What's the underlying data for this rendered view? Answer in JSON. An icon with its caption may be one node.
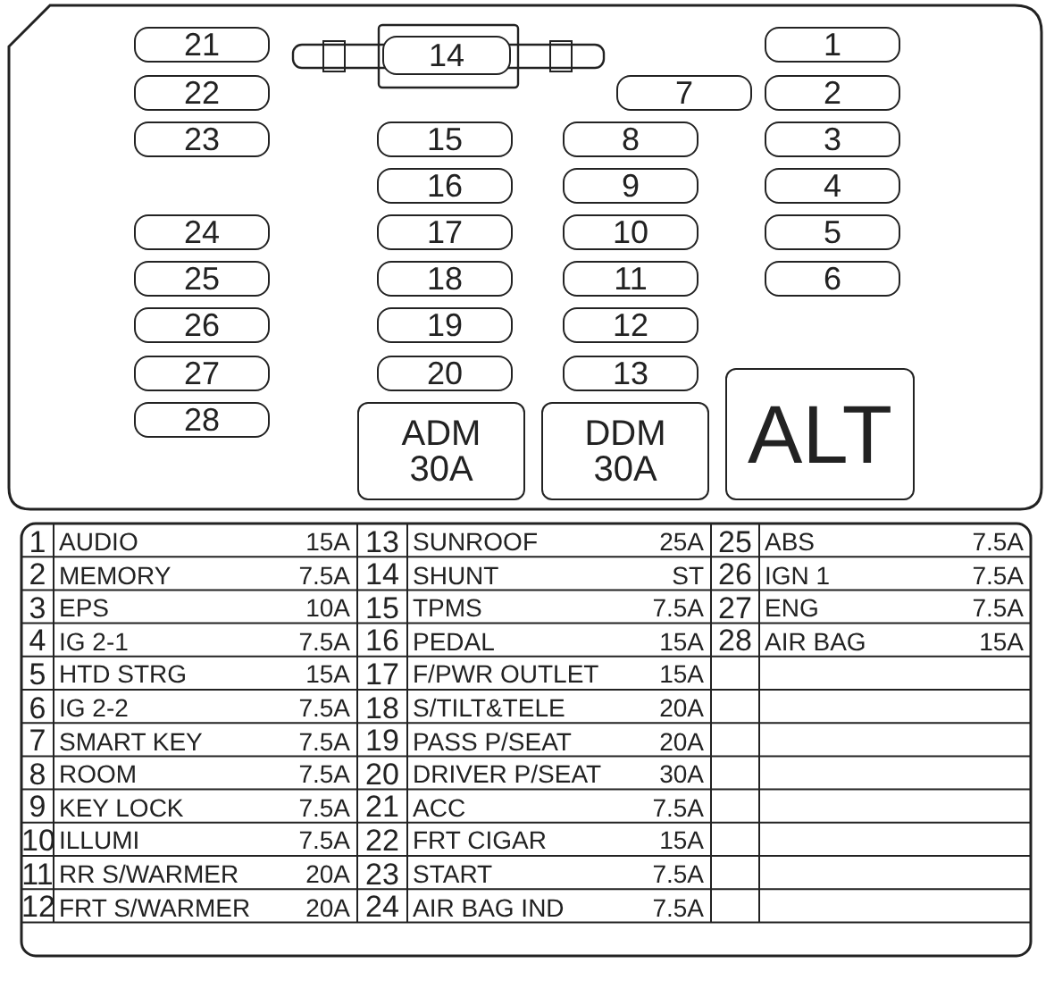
{
  "diagram": {
    "nodes": [
      {
        "text": [
          "21"
        ]
      },
      {
        "text": [
          "14"
        ]
      },
      {
        "text": [
          "1"
        ]
      },
      {
        "text": [
          "22"
        ]
      },
      {
        "text": [
          "7"
        ]
      },
      {
        "text": [
          "2"
        ]
      },
      {
        "text": [
          "23"
        ]
      },
      {
        "text": [
          "15"
        ]
      },
      {
        "text": [
          "8"
        ]
      },
      {
        "text": [
          "3"
        ]
      },
      {
        "text": [
          "16"
        ]
      },
      {
        "text": [
          "9"
        ]
      },
      {
        "text": [
          "4"
        ]
      },
      {
        "text": [
          "24"
        ]
      },
      {
        "text": [
          "17"
        ]
      },
      {
        "text": [
          "10"
        ]
      },
      {
        "text": [
          "5"
        ]
      },
      {
        "text": [
          "25"
        ]
      },
      {
        "text": [
          "18"
        ]
      },
      {
        "text": [
          "11"
        ]
      },
      {
        "text": [
          "6"
        ]
      },
      {
        "text": [
          "26"
        ]
      },
      {
        "text": [
          "19"
        ]
      },
      {
        "text": [
          "12"
        ]
      },
      {
        "text": [
          "27"
        ]
      },
      {
        "text": [
          "20"
        ]
      },
      {
        "text": [
          "13"
        ]
      },
      {
        "text": [
          "28"
        ]
      },
      {
        "text": [
          "ADM 30A"
        ]
      },
      {
        "text": [
          "DDM 30A"
        ]
      },
      {
        "text": [
          "ALT"
        ]
      }
    ],
    "edges": [],
    "labels": [
      "1",
      "AUDIO",
      "15A",
      "13",
      "SUNROOF",
      "25A",
      "25",
      "ABS",
      "7.5A",
      "2",
      "MEMORY",
      "7.5A",
      "14",
      "SHUNT",
      "ST",
      "26",
      "IGN 1",
      "7.5A",
      "3",
      "EPS",
      "10A",
      "15",
      "TPMS",
      "7.5A",
      "27",
      "ENG",
      "7.5A",
      "4",
      "IG 2-1",
      "7.5A",
      "16",
      "PEDAL",
      "15A",
      "28",
      "AIR BAG",
      "15A",
      "5",
      "HTD STRG",
      "15A",
      "17",
      "F/PWR OUTLET",
      "15A",
      "6",
      "IG 2-2",
      "7.5A",
      "18",
      "S/TILT&TELE",
      "20A",
      "7",
      "SMART KEY",
      "7.5A",
      "19",
      "PASS P/SEAT",
      "20A",
      "8",
      "ROOM",
      "7.5A",
      "20",
      "DRIVER P/SEAT",
      "30A",
      "9",
      "KEY LOCK",
      "7.5A",
      "21",
      "ACC",
      "7.5A",
      "10",
      "ILLUMI",
      "7.5A",
      "22",
      "FRT CIGAR",
      "15A",
      "11",
      "RR S/WARMER",
      "20A",
      "23",
      "START",
      "7.5A",
      "12",
      "FRT S/WARMER",
      "20A",
      "24",
      "AIR BAG IND",
      "7.5A"
    ]
  }
}
